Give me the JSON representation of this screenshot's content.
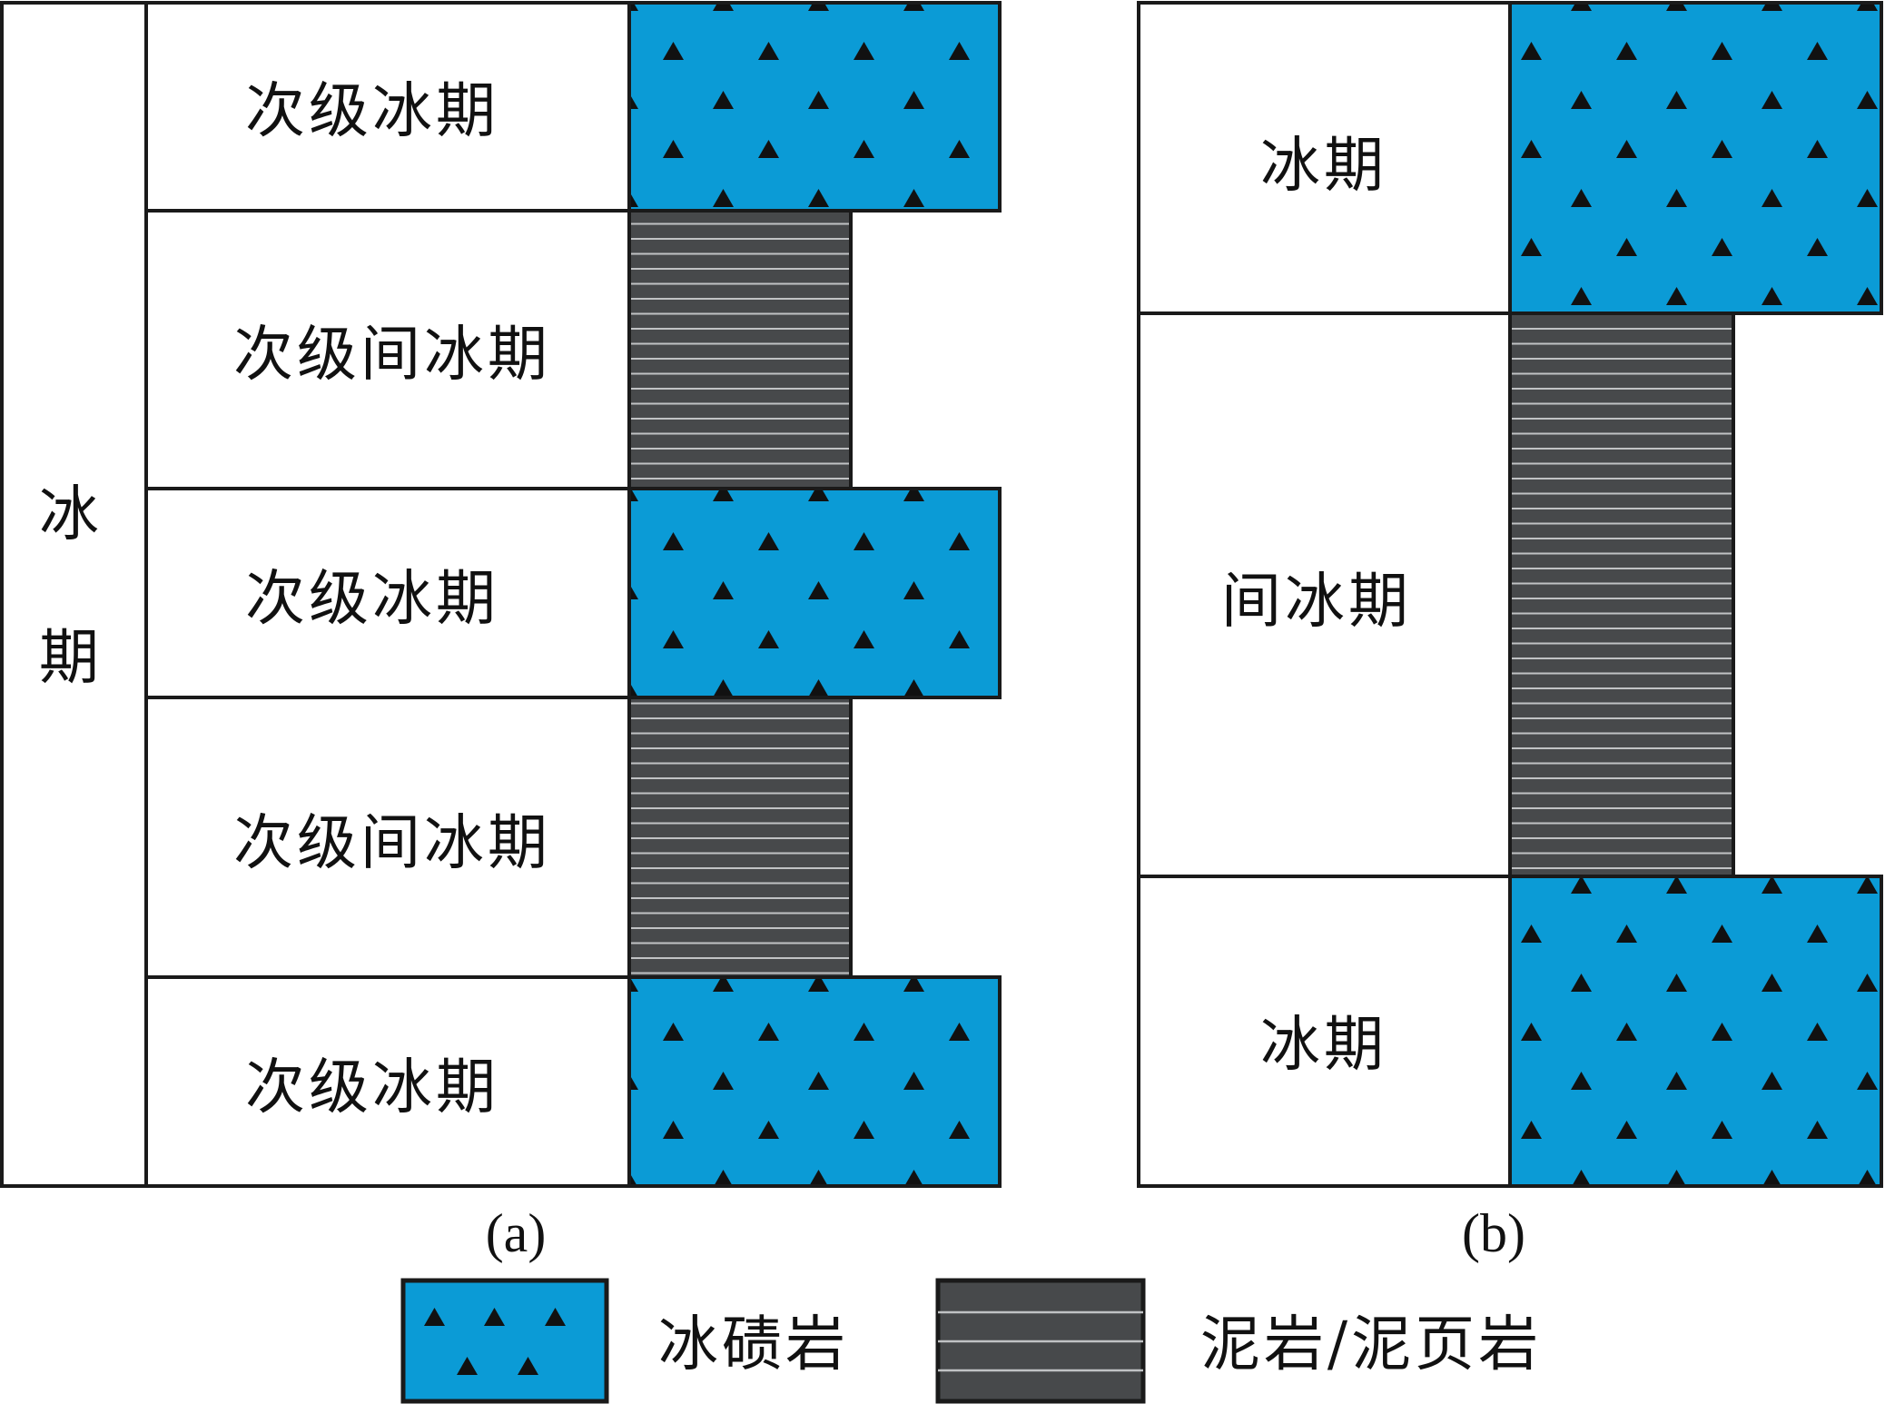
{
  "colors": {
    "tillite": "#0b9bd6",
    "mudstone": "#47494b",
    "mudstone_lines": "#bfc1c3",
    "outline": "#1a1a1a",
    "triangle": "#111111"
  },
  "panel_a": {
    "caption": "(a)",
    "outer_label_chars": [
      "冰",
      "期"
    ],
    "rows": [
      {
        "label": "次级冰期",
        "lithology": "tillite"
      },
      {
        "label": "次级间冰期",
        "lithology": "mudstone"
      },
      {
        "label": "次级冰期",
        "lithology": "tillite"
      },
      {
        "label": "次级间冰期",
        "lithology": "mudstone"
      },
      {
        "label": "次级冰期",
        "lithology": "tillite"
      }
    ]
  },
  "panel_b": {
    "caption": "(b)",
    "rows": [
      {
        "label": "冰期",
        "lithology": "tillite"
      },
      {
        "label": "间冰期",
        "lithology": "mudstone"
      },
      {
        "label": "冰期",
        "lithology": "tillite"
      }
    ]
  },
  "legend": {
    "items": [
      {
        "label": "冰碛岩",
        "pattern": "tillite",
        "icon": "triangle-pattern-icon"
      },
      {
        "label": "泥岩/泥页岩",
        "pattern": "mudstone",
        "icon": "horizontal-lines-pattern-icon"
      }
    ]
  }
}
